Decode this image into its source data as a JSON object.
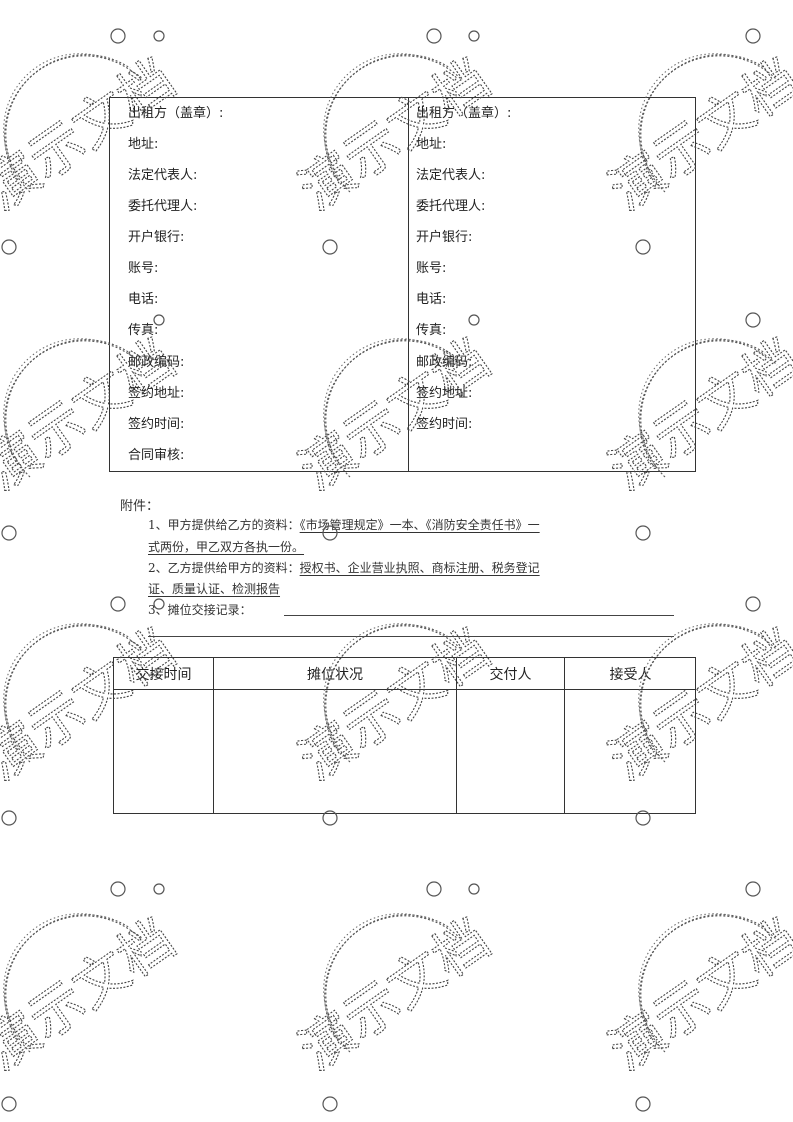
{
  "watermark": {
    "text": "演示文档"
  },
  "lessor": {
    "fields": [
      "出租方（盖章）:",
      "地址:",
      "法定代表人:",
      "委托代理人:",
      "开户银行:",
      "账号:",
      "电话:",
      "传真:",
      "邮政编码:",
      "签约地址:",
      "签约时间:",
      "合同审核:"
    ]
  },
  "lessee": {
    "fields": [
      "出租方（盖章）:",
      "地址:",
      "法定代表人:",
      "委托代理人:",
      "开户银行:",
      "账号:",
      "电话:",
      "传真:",
      "邮政编码:",
      "签约地址:",
      "签约时间:"
    ]
  },
  "attachments": {
    "title": "附件：",
    "item1": {
      "prefix": "1、甲方提供给乙方的资料：",
      "underlined": "《市场管理规定》一本、《消防安全责任书》一",
      "line2": "式两份，甲乙双方各执一份。"
    },
    "item2": {
      "prefix": "2、乙方提供给甲方的资料：",
      "underlined": "授权书、企业营业执照、商标注册、税务登记",
      "line2": "证、质量认证、检测报告"
    },
    "item3": {
      "label": "3、摊位交接记录："
    }
  },
  "handover_table": {
    "headers": [
      "交接时间",
      "摊位状况",
      "交付人",
      "接受人"
    ]
  }
}
